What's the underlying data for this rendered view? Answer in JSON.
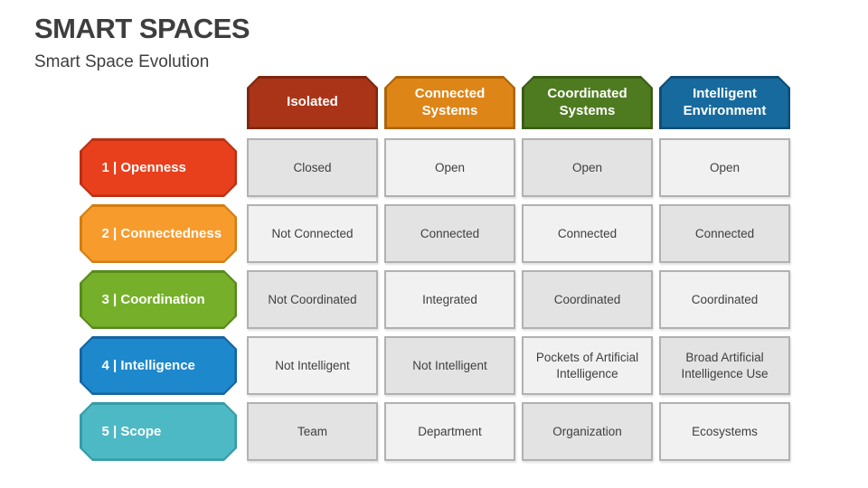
{
  "slide": {
    "title": "SMART SPACES",
    "subtitle": "Smart Space Evolution"
  },
  "table": {
    "cell_colors": {
      "dark": "#e3e3e3",
      "light": "#f1f1f1",
      "border": "#b1b1b1",
      "text": "#404040"
    },
    "columns": [
      {
        "label": "Isolated",
        "fill": "#a93418",
        "border": "#7e2711"
      },
      {
        "label": "Connected Systems",
        "fill": "#de8518",
        "border": "#ad6407"
      },
      {
        "label": "Coordinated Systems",
        "fill": "#4f7b20",
        "border": "#3a5c15"
      },
      {
        "label": "Intelligent Environment",
        "fill": "#176a9e",
        "border": "#0f4d75"
      }
    ],
    "rows": [
      {
        "label": "1 | Openness",
        "fill": "#e8401d",
        "border": "#bc2f12",
        "cells": [
          "Closed",
          "Open",
          "Open",
          "Open"
        ]
      },
      {
        "label": "2 | Connectedness",
        "fill": "#f89b2d",
        "border": "#d47c10",
        "cells": [
          "Not Connected",
          "Connected",
          "Connected",
          "Connected"
        ]
      },
      {
        "label": "3 | Coordination",
        "fill": "#76b02a",
        "border": "#588a1b",
        "cells": [
          "Not Coordinated",
          "Integrated",
          "Coordinated",
          "Coordinated"
        ]
      },
      {
        "label": "4 | Intelligence",
        "fill": "#1e88cc",
        "border": "#1465a0",
        "cells": [
          "Not Intelligent",
          "Not Intelligent",
          "Pockets of Artificial Intelligence",
          "Broad Artificial Intelligence Use"
        ]
      },
      {
        "label": "5 | Scope",
        "fill": "#4db9c5",
        "border": "#359ca9",
        "cells": [
          "Team",
          "Department",
          "Organization",
          "Ecosystems"
        ]
      }
    ]
  }
}
